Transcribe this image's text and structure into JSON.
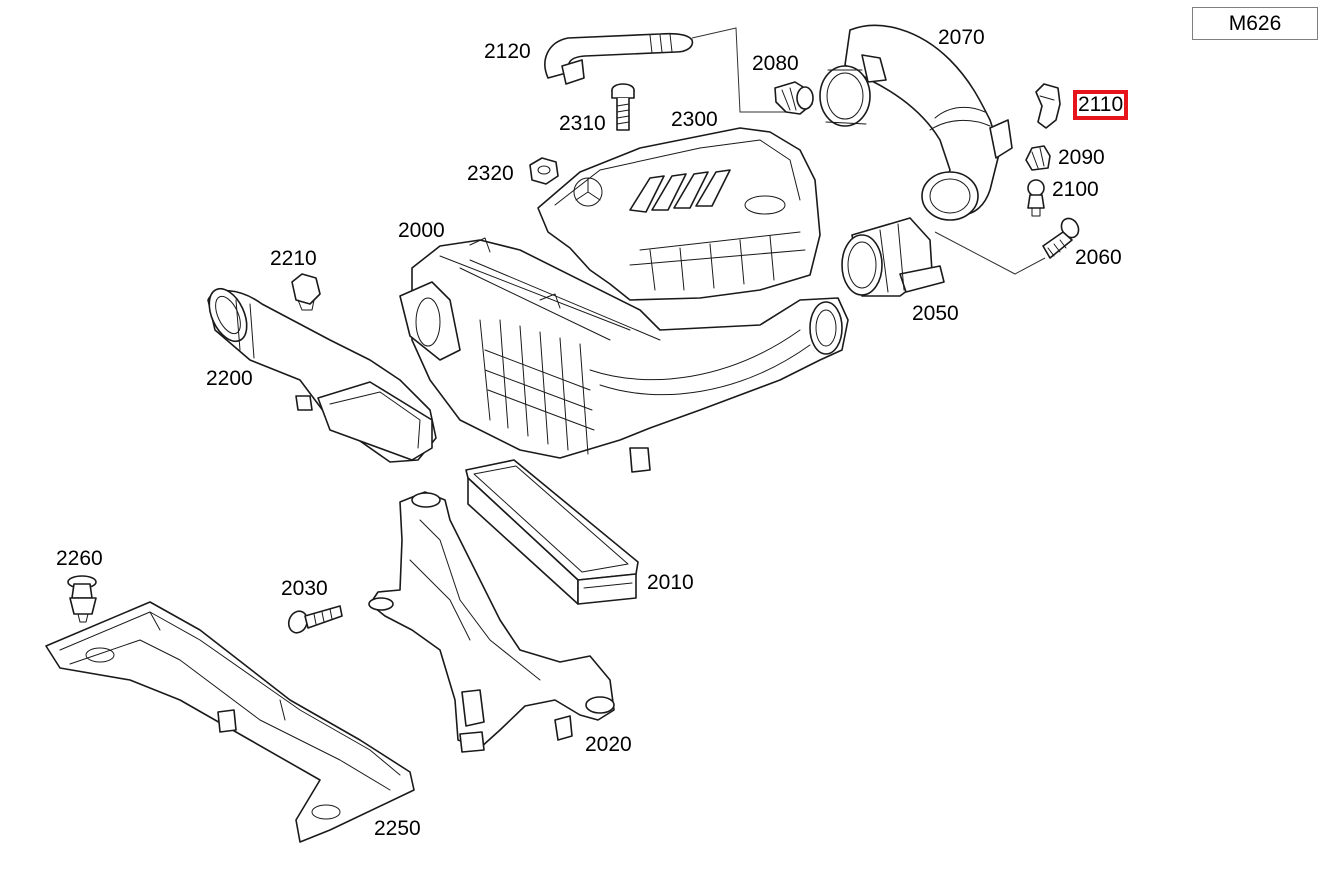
{
  "model_code": "M626",
  "highlight_color": "#e8141b",
  "selected_part": "2110",
  "parts": [
    {
      "id": "2120",
      "label": "2120",
      "name": "2120",
      "highlighted": false
    },
    {
      "id": "2080",
      "label": "2080",
      "name": "2080",
      "highlighted": false
    },
    {
      "id": "2070",
      "label": "2070",
      "name": "2070",
      "highlighted": false
    },
    {
      "id": "2110",
      "label": "2110",
      "name": "2110",
      "highlighted": true
    },
    {
      "id": "2310",
      "label": "2310",
      "name": "2310",
      "highlighted": false
    },
    {
      "id": "2300",
      "label": "2300",
      "name": "2300",
      "highlighted": false
    },
    {
      "id": "2090",
      "label": "2090",
      "name": "2090",
      "highlighted": false
    },
    {
      "id": "2320",
      "label": "2320",
      "name": "2320",
      "highlighted": false
    },
    {
      "id": "2100",
      "label": "2100",
      "name": "2100",
      "highlighted": false
    },
    {
      "id": "2000",
      "label": "2000",
      "name": "2000",
      "highlighted": false
    },
    {
      "id": "2060",
      "label": "2060",
      "name": "2060",
      "highlighted": false
    },
    {
      "id": "2210",
      "label": "2210",
      "name": "2210",
      "highlighted": false
    },
    {
      "id": "2050",
      "label": "2050",
      "name": "2050",
      "highlighted": false
    },
    {
      "id": "2200",
      "label": "2200",
      "name": "2200",
      "highlighted": false
    },
    {
      "id": "2260",
      "label": "2260",
      "name": "2260",
      "highlighted": false
    },
    {
      "id": "2010",
      "label": "2010",
      "name": "2010",
      "highlighted": false
    },
    {
      "id": "2030",
      "label": "2030",
      "name": "2030",
      "highlighted": false
    },
    {
      "id": "2020",
      "label": "2020",
      "name": "2020",
      "highlighted": false
    },
    {
      "id": "2250",
      "label": "2250",
      "name": "2250",
      "highlighted": false
    }
  ]
}
